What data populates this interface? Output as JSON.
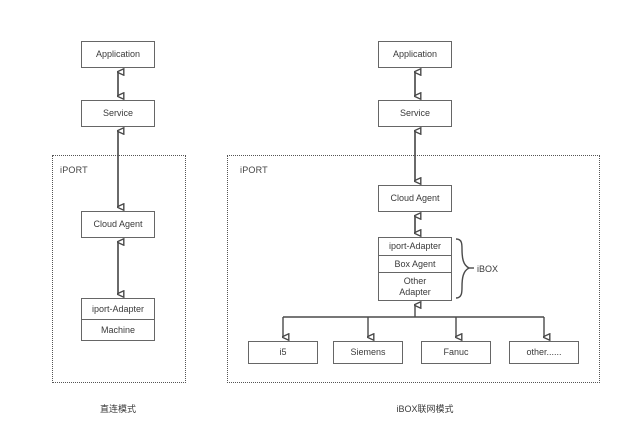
{
  "diagram": {
    "title_left": "直连模式",
    "title_right": "iBOX联网模式",
    "zone_label_left": "iPORT",
    "zone_label_right": "iPORT",
    "brace_label": "iBOX",
    "left_flow": {
      "application": "Application",
      "service": "Service",
      "cloud_agent": "Cloud Agent",
      "iport_adapter": "iport-Adapter",
      "machine": "Machine"
    },
    "right_flow": {
      "application": "Application",
      "service": "Service",
      "cloud_agent": "Cloud Agent",
      "ibox_stack": [
        "iport-Adapter",
        "Box Agent",
        "Other\nAdapter"
      ],
      "ibox_other_line1": "Other",
      "ibox_other_line2": "Adapter",
      "machines": [
        "i5",
        "Siemens",
        "Fanuc",
        "other......"
      ]
    },
    "colors": {
      "box_border": "#666666",
      "zone_border": "#555555",
      "arrow": "#4a4a4a",
      "text": "#3a3a3a",
      "background": "#ffffff"
    }
  }
}
